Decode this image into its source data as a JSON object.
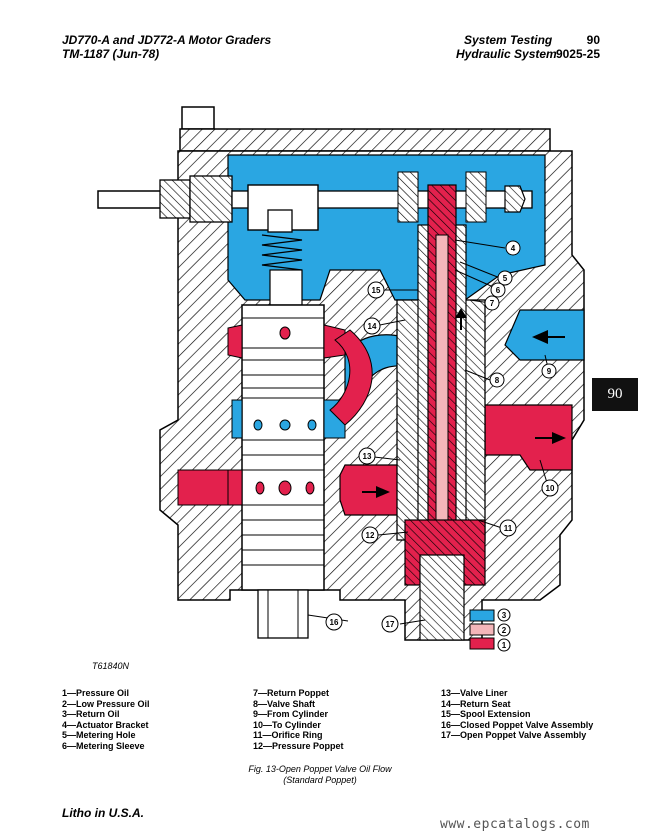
{
  "header": {
    "left_line1": "JD770-A and JD772-A Motor Graders",
    "left_line2": "TM-1187   (Jun-78)",
    "right_line1_section": "System Testing",
    "right_line1_number": "90",
    "right_line2_section": "Hydraulic System",
    "right_line2_number": "9025-25"
  },
  "tab_label": "90",
  "figure_id": "T61840N",
  "colors": {
    "pressure": "#e3214d",
    "low_pressure": "#f4b6ba",
    "return": "#2aa6e2",
    "hatch": "#000000"
  },
  "callouts": [
    "1",
    "2",
    "3",
    "4",
    "5",
    "6",
    "7",
    "8",
    "9",
    "10",
    "11",
    "12",
    "13",
    "14",
    "15",
    "16",
    "17"
  ],
  "legend": {
    "col1": [
      "1—Pressure Oil",
      "2—Low Pressure Oil",
      "3—Return Oil",
      "4—Actuator Bracket",
      "5—Metering Hole",
      "6—Metering Sleeve"
    ],
    "col2": [
      "7—Return Poppet",
      "8—Valve Shaft",
      "9—From Cylinder",
      "10—To Cylinder",
      "11—Orifice Ring",
      "12—Pressure Poppet"
    ],
    "col3": [
      "13—Valve Liner",
      "14—Return Seat",
      "15—Spool Extension",
      "16—Closed Poppet Valve Assembly",
      "17—Open Poppet Valve Assembly"
    ]
  },
  "caption": {
    "line1": "Fig. 13-Open Poppet Valve Oil Flow",
    "line2": "(Standard Poppet)"
  },
  "footer": {
    "litho": "Litho in U.S.A.",
    "site": "www.epcatalogs.com"
  }
}
